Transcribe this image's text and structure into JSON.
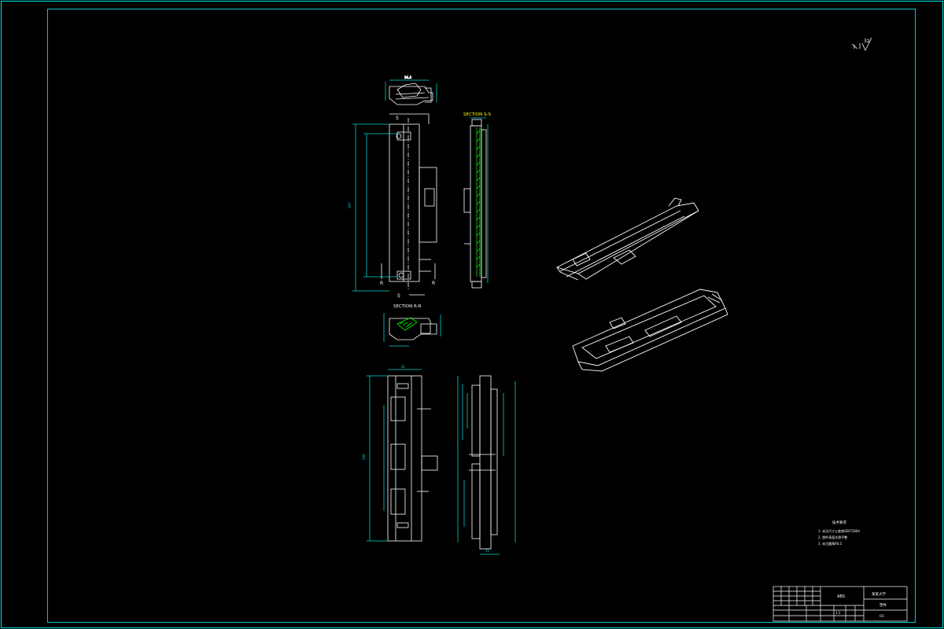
{
  "colors": {
    "background": "#000000",
    "border": "#00c8c8",
    "geometry": "#ffffff",
    "dimension": "#00d4d4",
    "section_label": "#ffff00",
    "hatch": "#00ff00"
  },
  "drawing": {
    "surface_mark": "32",
    "section_s_label": "SECTION S-S",
    "section_r_label": "SECTION R-R",
    "cut_s": "S",
    "cut_r": "R",
    "dims": {
      "top_width": "34.4",
      "front_height": "297",
      "front_width": "41",
      "bottom_height": "296",
      "side_width": "31"
    },
    "notes": {
      "title": "技术要求",
      "items": [
        "1. 未注尺寸公差按GB/T1804",
        "2. 塑件表面光滑平整",
        "3. 未注圆角R0.5"
      ]
    },
    "title_block": {
      "material": "ABS",
      "part_name": "塑件",
      "school": "某某大学",
      "scale": "1:1",
      "drawing_no": "01"
    }
  }
}
